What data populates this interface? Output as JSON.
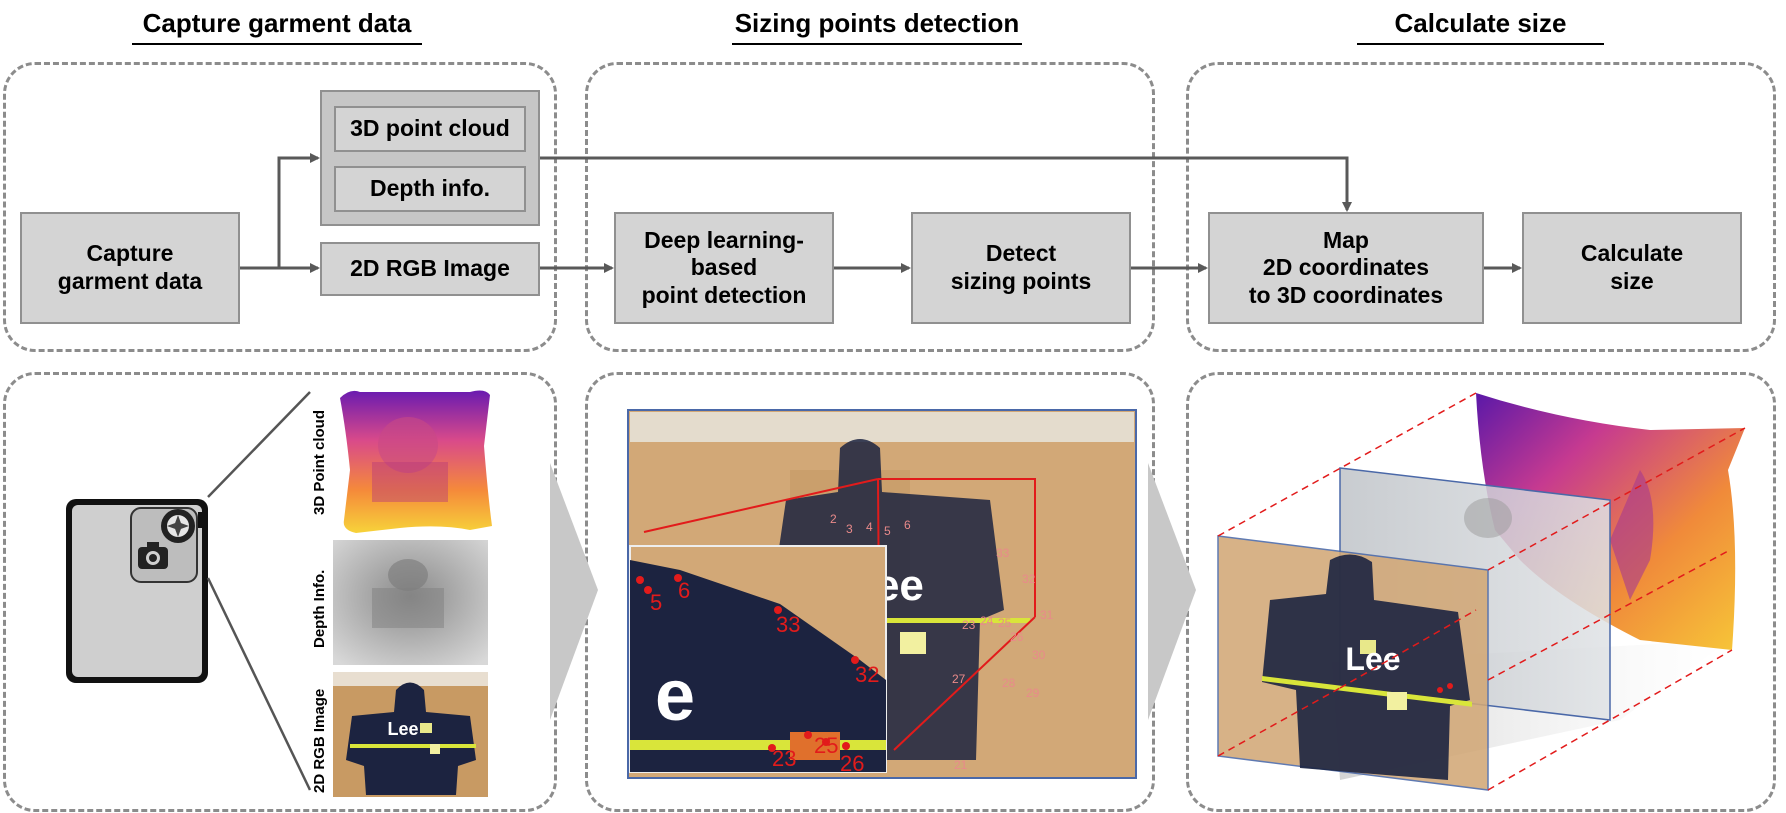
{
  "sections": {
    "capture_title": "Capture garment data",
    "detect_title": "Sizing points detection",
    "calc_title": "Calculate size"
  },
  "boxes": {
    "capture": "Capture\ngarment data",
    "point_cloud": "3D point cloud",
    "depth": "Depth info.",
    "rgb": "2D RGB Image",
    "deep_learning": "Deep learning-\nbased\npoint detection",
    "detect": "Detect\nsizing points",
    "map": "Map\n2D coordinates\nto 3D coordinates",
    "calculate": "Calculate\nsize"
  },
  "image_labels": {
    "point_cloud": "3D Point cloud",
    "depth": "Depth Info.",
    "rgb": "2D RGB Image"
  },
  "points": {
    "zoom": [
      "5",
      "6",
      "33",
      "32",
      "23",
      "25",
      "26"
    ],
    "full": [
      "2",
      "3",
      "4",
      "5",
      "6",
      "33",
      "32",
      "31",
      "30",
      "29",
      "28",
      "27",
      "23",
      "24",
      "25",
      "26",
      "21"
    ]
  },
  "brand_text": "Lee",
  "colors": {
    "box_fill": "#d4d4d4",
    "arrow": "#595959",
    "dash": "#8c8c8c",
    "point_red": "#e21b1b",
    "hoodie": "#1c2340",
    "cardboard": "#c89a63",
    "frame_blue": "#4a68a8"
  }
}
